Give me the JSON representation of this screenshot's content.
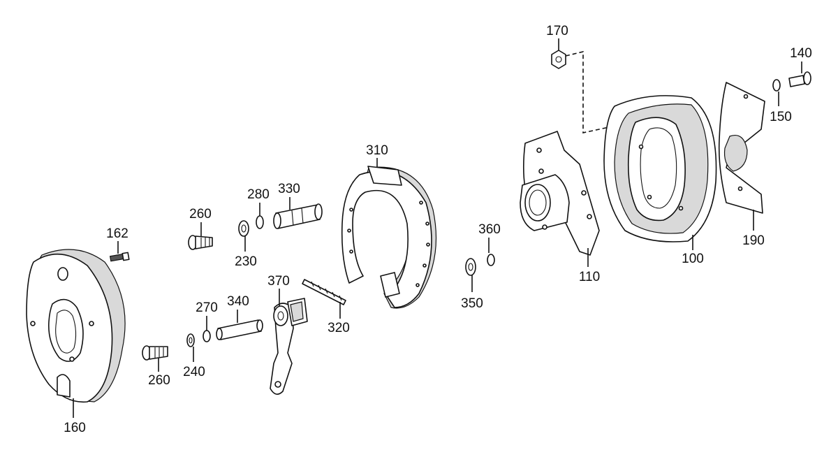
{
  "callouts": {
    "c100": "100",
    "c110": "110",
    "c140": "140",
    "c150": "150",
    "c160": "160",
    "c162": "162",
    "c170": "170",
    "c190": "190",
    "c230": "230",
    "c240": "240",
    "c260a": "260",
    "c260b": "260",
    "c270": "270",
    "c280": "280",
    "c310": "310",
    "c320": "320",
    "c330": "330",
    "c340": "340",
    "c350": "350",
    "c360": "360",
    "c370": "370"
  }
}
